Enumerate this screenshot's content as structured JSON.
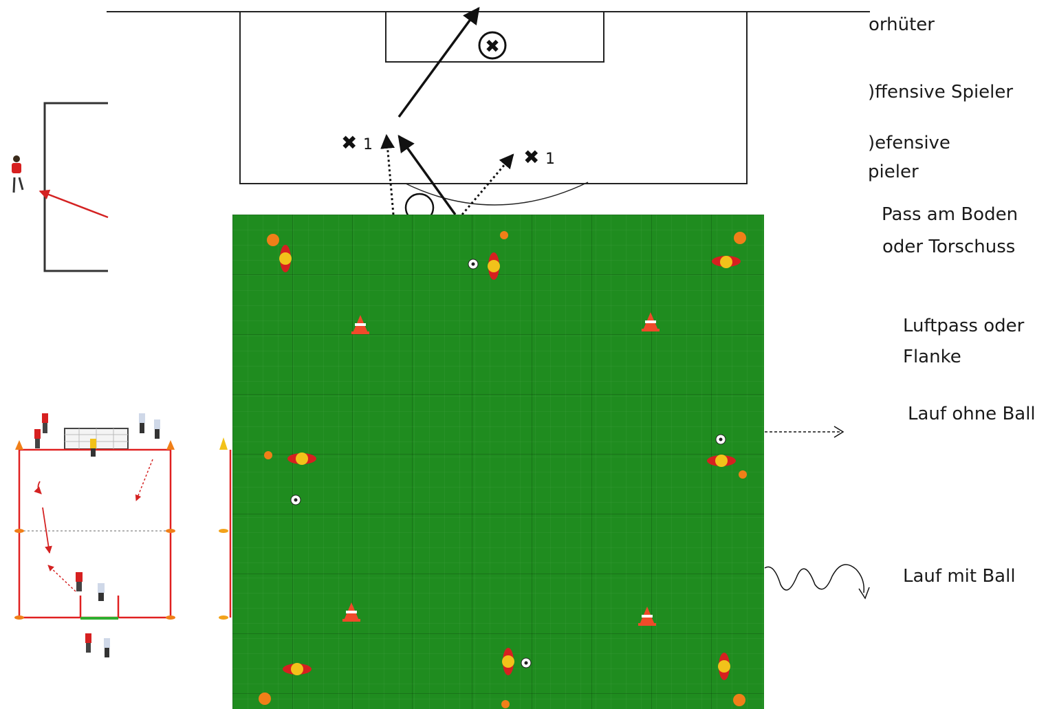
{
  "diagram": {
    "top_pitch": {
      "markers": [
        {
          "symbol": "✖",
          "label": "1"
        },
        {
          "symbol": "✖",
          "label": "1"
        }
      ]
    }
  },
  "legend": {
    "goalkeeper": "orhüter",
    "offensive_players": ")ffensive Spieler",
    "defensive_players_line1": ")efensive",
    "defensive_players_line2": "pieler",
    "ground_pass_line1": "Pass am Boden",
    "ground_pass_line2": "oder Torschuss",
    "air_pass_line1": "Luftpass oder",
    "air_pass_line2": "Flanke",
    "run_without_ball": "Lauf ohne Ball",
    "run_with_ball": "Lauf mit Ball"
  },
  "colors": {
    "grass": "#1f8c1f",
    "pitch_line_red": "#e02020",
    "player_red": "#d62020",
    "disc_yellow": "#f2c21a",
    "cone_orange": "#f07f18"
  }
}
